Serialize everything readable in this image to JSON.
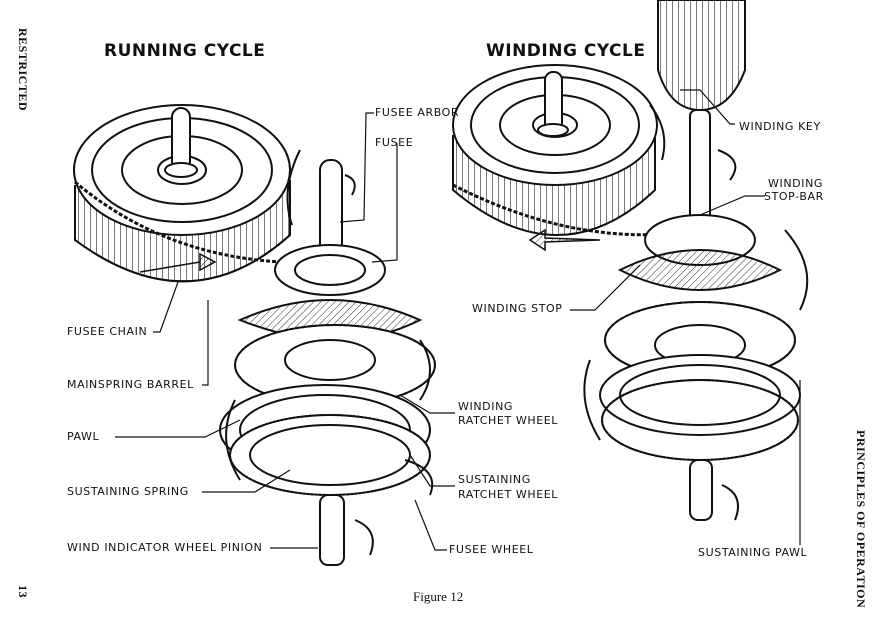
{
  "header": {
    "left_side": "RESTRICTED",
    "right_side": "PRINCIPLES OF OPERATION",
    "page_number": "13",
    "caption": "Figure 12"
  },
  "running": {
    "title": "RUNNING CYCLE",
    "labels": {
      "fusee_arbor": "FUSEE ARBOR",
      "fusee": "FUSEE",
      "fusee_chain": "FUSEE CHAIN",
      "mainspring_barrel": "MAINSPRING BARREL",
      "pawl": "PAWL",
      "sustaining_spring": "SUSTAINING SPRING",
      "wind_indicator": "WIND INDICATOR WHEEL PINION",
      "winding_ratchet_1": "WINDING",
      "winding_ratchet_2": "RATCHET WHEEL",
      "sustaining_ratchet_1": "SUSTAINING",
      "sustaining_ratchet_2": "RATCHET WHEEL",
      "fusee_wheel": "FUSEE WHEEL"
    }
  },
  "winding": {
    "title": "WINDING CYCLE",
    "labels": {
      "winding_key": "WINDING KEY",
      "winding_stop_bar_1": "WINDING",
      "winding_stop_bar_2": "STOP-BAR",
      "winding_stop": "WINDING STOP",
      "sustaining_pawl": "SUSTAINING PAWL"
    }
  }
}
